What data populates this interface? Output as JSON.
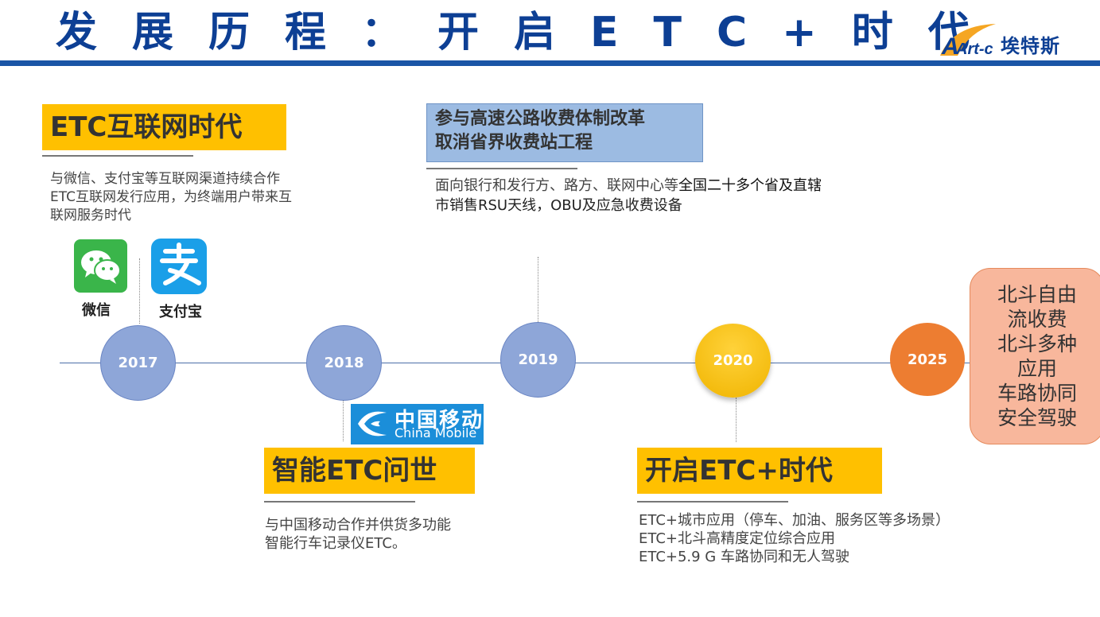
{
  "header": {
    "title": "发展历程：开启ETC+时代",
    "logo_text": "Art-c",
    "company_name": "埃特斯"
  },
  "sections": {
    "era2017": {
      "heading": "ETC互联网时代",
      "desc_lines": [
        "与微信、支付宝等互联网渠道持续合作",
        "ETC互联网发行应用，为终端用户带来互",
        "联网服务时代"
      ],
      "apps": {
        "wechat_label": "微信",
        "alipay_label": "支付宝"
      }
    },
    "era2018": {
      "heading": "智能ETC问世",
      "desc_lines": [
        "与中国移动合作并供货多功能",
        "智能行车记录仪ETC。"
      ],
      "partner_logo": {
        "cn": "中国移动",
        "en": "China Mobile"
      }
    },
    "era2019": {
      "heading_lines": [
        "参与高速公路收费体制改革",
        "取消省界收费站工程"
      ],
      "desc_line1_normal": "面向银行和发行方、路方、联网中心等",
      "desc_line1_highlight": "全国二十多个省及直辖",
      "desc_line2": "市销售RSU天线，OBU及应急收费设备"
    },
    "era2020": {
      "heading": "开启ETC+时代",
      "desc_lines": [
        "ETC+城市应用（停车、加油、服务区等多场景）",
        "ETC+北斗高精度定位综合应用",
        "ETC+5.9 G 车路协同和无人驾驶"
      ]
    },
    "era2025": {
      "lines": [
        "北斗自由",
        "流收费",
        "北斗多种",
        "应用",
        "车路协同",
        "安全驾驶"
      ]
    }
  },
  "timeline": {
    "years": [
      "2017",
      "2018",
      "2019",
      "2020",
      "2025"
    ]
  },
  "colors": {
    "title_blue": "#0d3f94",
    "accent_yellow": "#ffc000",
    "node_blue": "#8ea6d8",
    "node_gold": "#f0b400",
    "node_orange": "#ed7d31",
    "beidou_bg": "#f8b79c"
  }
}
